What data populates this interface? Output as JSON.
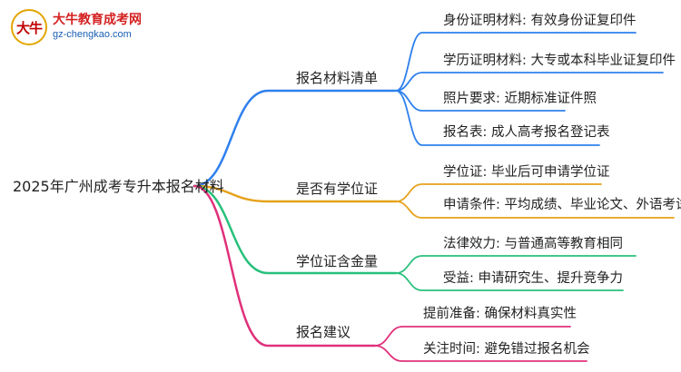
{
  "watermark": {
    "name": "大牛教育成考网",
    "url": "gz-chengkao.com",
    "mark": "大牛"
  },
  "root": {
    "label": "2025年广州成考专升本报名材料"
  },
  "colors": {
    "blue": "#2f80ed",
    "orange": "#e6a11a",
    "green": "#27c07a",
    "magenta": "#e0307a"
  },
  "branches": [
    {
      "label": "报名材料清单",
      "color": "blue",
      "items": [
        "身份证明材料: 有效身份证复印件",
        "学历证明材料: 大专或本科毕业证复印件",
        "照片要求: 近期标准证件照",
        "报名表: 成人高考报名登记表"
      ]
    },
    {
      "label": "是否有学位证",
      "color": "orange",
      "items": [
        "学位证: 毕业后可申请学位证",
        "申请条件: 平均成绩、毕业论文、外语考试"
      ]
    },
    {
      "label": "学位证含金量",
      "color": "green",
      "items": [
        "法律效力: 与普通高等教育相同",
        "受益: 申请研究生、提升竞争力"
      ]
    },
    {
      "label": "报名建议",
      "color": "magenta",
      "items": [
        "提前准备: 确保材料真实性",
        "关注时间: 避免错过报名机会"
      ]
    }
  ]
}
